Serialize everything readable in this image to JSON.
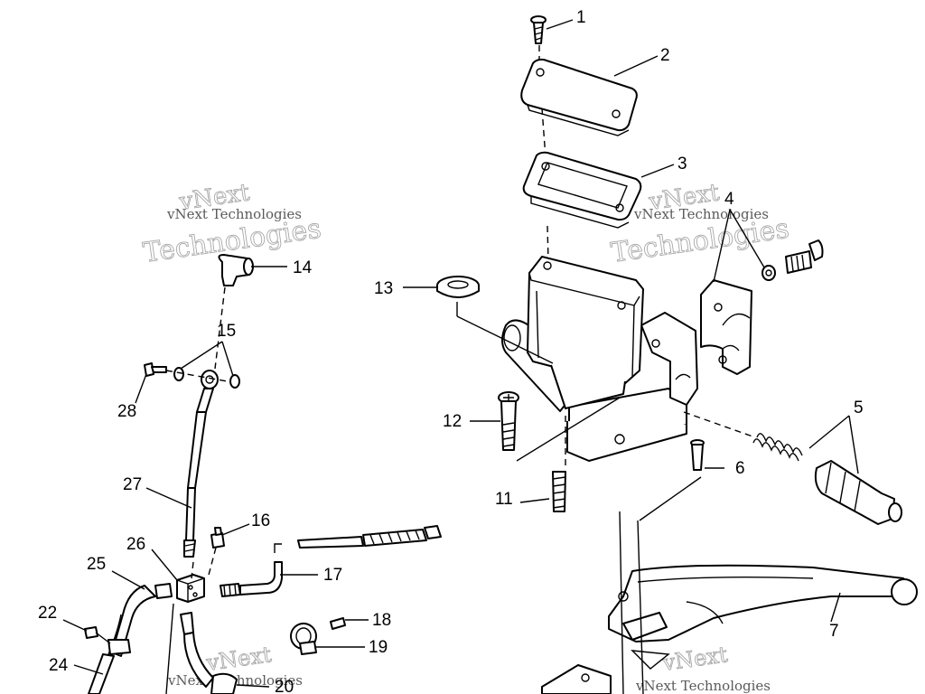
{
  "callouts": [
    "1",
    "2",
    "3",
    "4",
    "5",
    "6",
    "7",
    "11",
    "12",
    "13",
    "14",
    "15",
    "16",
    "17",
    "18",
    "19",
    "20",
    "22",
    "24",
    "25",
    "26",
    "27",
    "28"
  ],
  "watermark": {
    "brand": "vNext",
    "company": "vNext Technologies",
    "word": "Technologies"
  }
}
